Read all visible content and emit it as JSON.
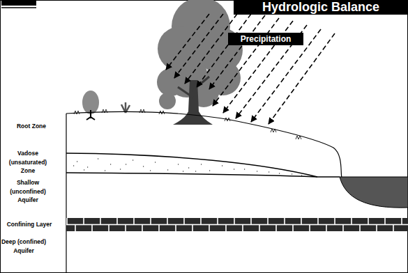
{
  "diagram": {
    "title": "Hydrologic Balance",
    "nodes": [
      {
        "text": [
          "Precipitation"
        ]
      }
    ],
    "labels": [
      "Root Zone",
      "Vadose (unsaturated) Zone",
      "Shallow (unconfined) Aquifer",
      "Confining Layer",
      "Deep (confined) Aquifer"
    ]
  }
}
